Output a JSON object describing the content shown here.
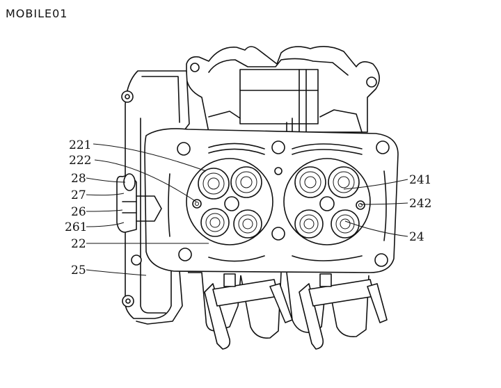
{
  "logo": {
    "text": "MOBILE01"
  },
  "labels": {
    "l221": "221",
    "l222": "222",
    "l28": "28",
    "l27": "27",
    "l26": "26",
    "l261": "261",
    "l22": "22",
    "l25": "25",
    "l241": "241",
    "l242": "242",
    "l24": "24"
  }
}
